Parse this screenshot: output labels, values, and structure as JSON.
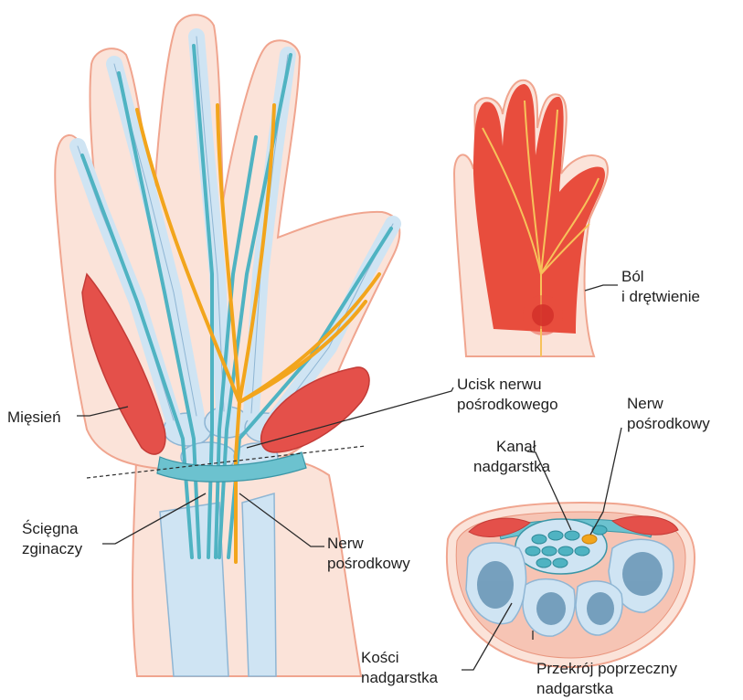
{
  "labels": {
    "pain_line1": "Ból",
    "pain_line2": "i drętwienie",
    "compression_line1": "Ucisk nerwu",
    "compression_line2": "pośrodkowego",
    "nerve_small_line1": "Nerw",
    "nerve_small_line2": "pośrodkowy",
    "canal_line1": "Kanał",
    "canal_line2": "nadgarstka",
    "muscle": "Mięsień",
    "tendons_line1": "Ścięgna",
    "tendons_line2": "zginaczy",
    "nerve_main_line1": "Nerw",
    "nerve_main_line2": "pośrodkowy",
    "bones_line1": "Kości",
    "bones_line2": "nadgarstka",
    "section_line1": "Przekrój poprzeczny",
    "section_line2": "nadgarstka"
  },
  "colors": {
    "skin_fill": "#fbe3d9",
    "skin_outline": "#f0a58f",
    "bone": "#cfe4f3",
    "bone_outline": "#8fb6d4",
    "tendon": "#4fb3c2",
    "nerve": "#f2a51c",
    "muscle": "#e4504a",
    "pain": "#e84d3d",
    "marrow": "#5f8fb0"
  }
}
